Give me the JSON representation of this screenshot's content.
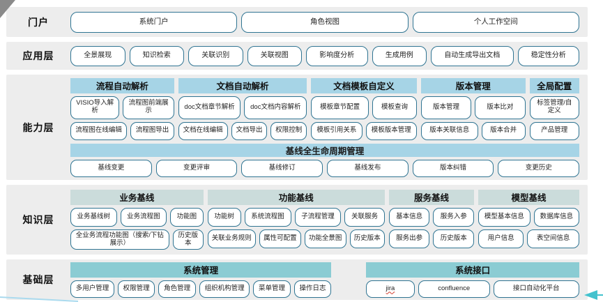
{
  "colors": {
    "band_background": "#ededed",
    "capability_header": "#a6d4e6",
    "knowledge_header": "#cbdcdb",
    "foundation_header": "#8bccd3",
    "box_border": "#2f7492",
    "bottom_arrow": "#43c2ce",
    "corner_triangle": "#8a8a8a",
    "bottom_left_line": "#aadaee"
  },
  "misspelled": [
    "jira"
  ],
  "layers": {
    "portal": {
      "label": "门户",
      "items": [
        "系统门户",
        "角色视图",
        "个人工作空间"
      ]
    },
    "application": {
      "label": "应用层",
      "items": [
        "全景展现",
        "知识检索",
        "关联识别",
        "关联视图",
        "影响度分析",
        "生成用例",
        "自动生成导出文档",
        "稳定性分析"
      ]
    },
    "capability": {
      "label": "能力层",
      "groups": [
        {
          "title": "流程自动解析",
          "rows": [
            [
              "VISIO导入解析",
              "流程图前端展示"
            ],
            [
              "流程图在线编辑",
              "流程图导出"
            ]
          ]
        },
        {
          "title": "文档自动解析",
          "rows": [
            [
              "doc文档章节解析",
              "doc文档内容解析"
            ],
            [
              "文档在线编辑",
              "文档导出",
              "权限控制"
            ]
          ]
        },
        {
          "title": "文档模板自定义",
          "rows": [
            [
              "模板章节配置",
              "模板查询"
            ],
            [
              "模板引用关系",
              "模板版本管理"
            ]
          ]
        },
        {
          "title": "版本管理",
          "rows": [
            [
              "版本管理",
              "版本比对"
            ],
            [
              "版本关联信息",
              "版本合并"
            ]
          ]
        },
        {
          "title": "全局配置",
          "rows": [
            [
              "标签管理/自定义"
            ],
            [
              "产品管理"
            ]
          ]
        }
      ],
      "baseline": {
        "title": "基线全生命周期管理",
        "items": [
          "基线变更",
          "变更评审",
          "基线修订",
          "基线发布",
          "版本纠错",
          "变更历史"
        ]
      }
    },
    "knowledge": {
      "label": "知识层",
      "groups": [
        {
          "title": "业务基线",
          "rows": [
            [
              "业务基线树",
              "业务流程图",
              "功能图"
            ],
            [
              "全业务流程功能图（搜索/下钻展示）",
              "历史版本"
            ]
          ]
        },
        {
          "title": "功能基线",
          "rows": [
            [
              "功能树",
              "系统流程图",
              "子流程管理",
              "关联服务"
            ],
            [
              "关联业务规则",
              "属性可配置",
              "功能全景图",
              "历史版本"
            ]
          ]
        },
        {
          "title": "服务基线",
          "rows": [
            [
              "基本信息",
              "服务入参"
            ],
            [
              "服务出参",
              "历史版本"
            ]
          ]
        },
        {
          "title": "模型基线",
          "rows": [
            [
              "模型基本信息",
              "数据库信息"
            ],
            [
              "用户信息",
              "表空间信息"
            ]
          ]
        }
      ]
    },
    "foundation": {
      "label": "基础层",
      "groups": [
        {
          "title": "系统管理",
          "rows": [
            [
              "多用户管理",
              "权限管理",
              "角色管理",
              "组织机构管理",
              "菜单管理",
              "操作日志"
            ]
          ]
        },
        {
          "title": "系统接口",
          "rows": [
            [
              "jira",
              "confluence",
              "接口自动化平台"
            ]
          ]
        }
      ]
    }
  }
}
